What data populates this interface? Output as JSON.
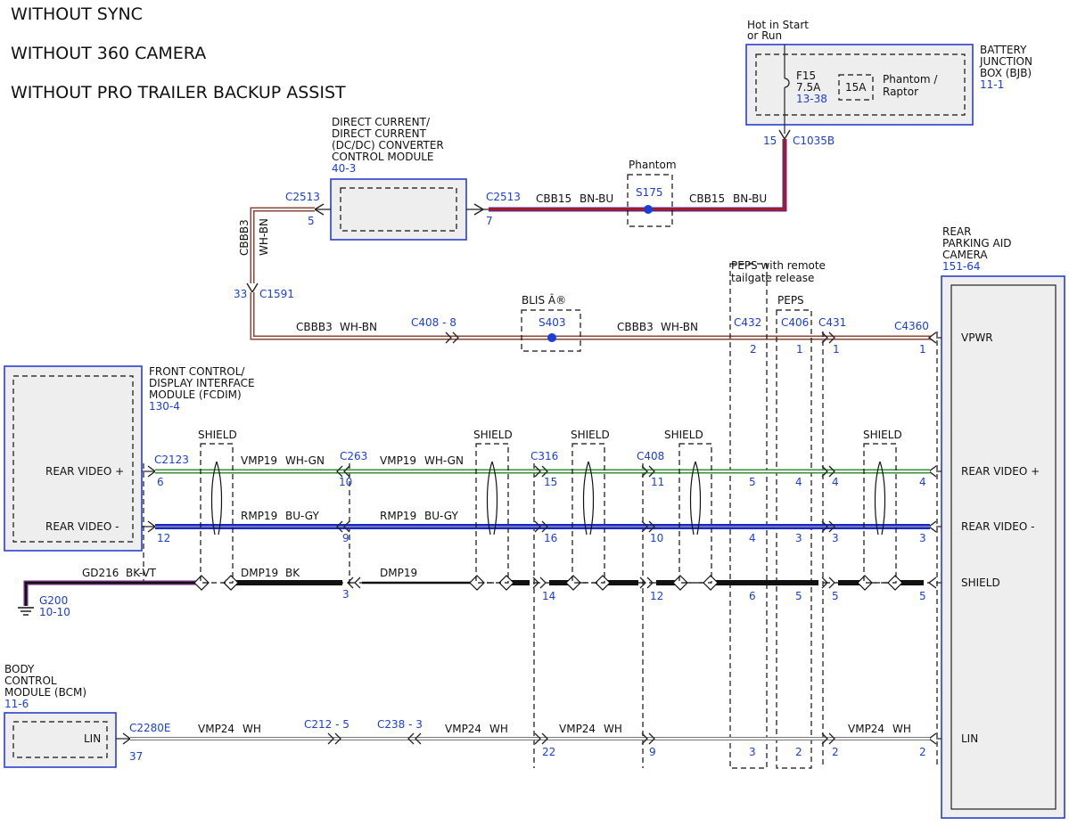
{
  "colors": {
    "link_blue": "#1a3fd6",
    "module_border": "#2a3fd0",
    "module_fill": "#eeeeee",
    "wire_red": "#b01818",
    "wire_violet": "#6a2a7a",
    "wire_green": "#3b8f3b",
    "wire_blue": "#1a28c8",
    "wire_black": "#111111"
  },
  "titles": [
    "WITHOUT SYNC",
    "WITHOUT 360 CAMERA",
    "WITHOUT PRO TRAILER BACKUP ASSIST"
  ],
  "bjb": {
    "hot_label_1": "Hot in Start",
    "hot_label_2": "or Run",
    "name_1": "BATTERY",
    "name_2": "JUNCTION",
    "name_3": "BOX (BJB)",
    "ref": "11-1",
    "fuse_name": "F15",
    "fuse_rating": "7.5A",
    "fuse_ref": "13-38",
    "alt_rating": "15A",
    "alt_label_1": "Phantom /",
    "alt_label_2": "Raptor",
    "pin": "15",
    "connector": "C1035B"
  },
  "dcdc": {
    "name_1": "DIRECT CURRENT/",
    "name_2": "DIRECT CURRENT",
    "name_3": "(DC/DC) CONVERTER",
    "name_4": "CONTROL MODULE",
    "ref": "40-3",
    "left_connector": "C2513",
    "left_pin": "5",
    "right_connector": "C2513",
    "right_pin": "7"
  },
  "splice_s175": {
    "label": "Phantom",
    "name": "S175"
  },
  "wire_cbb15": {
    "circuit": "CBB15",
    "color": "BN-BU"
  },
  "wire_cbbb3_vertical": {
    "circuit": "CBBB3",
    "color": "WH-BN"
  },
  "c1591": {
    "pin": "33",
    "connector": "C1591"
  },
  "vpwr_line": {
    "circuit": "CBBB3",
    "color": "WH-BN",
    "inline_connector": "C408 - 8",
    "splice_label": "BLIS Â®",
    "splice_name": "S403",
    "circuit_2": "CBBB3",
    "color_2": "WH-BN"
  },
  "peps_remote": {
    "label_1": "PEPS with remote",
    "label_2": "tailgate release",
    "connector": "C432"
  },
  "peps": {
    "label": "PEPS",
    "connector": "C406"
  },
  "c431": {
    "connector": "C431"
  },
  "camera": {
    "name_1": "REAR",
    "name_2": "PARKING AID",
    "name_3": "CAMERA",
    "ref": "151-64",
    "connector": "C4360",
    "pin_vpwr": "VPWR",
    "pin_video_pos": "REAR VIDEO +",
    "pin_video_neg": "REAR VIDEO -",
    "pin_shield": "SHIELD",
    "pin_lin": "LIN"
  },
  "fcdim": {
    "name_1": "FRONT CONTROL/",
    "name_2": "DISPLAY INTERFACE",
    "name_3": "MODULE (FCDIM)",
    "ref": "130-4",
    "pin_video_pos": "REAR VIDEO +",
    "pin_video_neg": "REAR VIDEO -",
    "connector": "C2123"
  },
  "bcm": {
    "name_1": "BODY",
    "name_2": "CONTROL",
    "name_3": "MODULE (BCM)",
    "ref": "11-6",
    "pin_lin": "LIN",
    "connector": "C2280E",
    "pin": "37"
  },
  "shield_label": "SHIELD",
  "wires": {
    "vmp19": "VMP19",
    "vmp19_color": "WH-GN",
    "rmp19": "RMP19",
    "rmp19_color": "BU-GY",
    "dmp19": "DMP19",
    "dmp19_color": "BK",
    "gd216": "GD216",
    "gd216_color": "BK-VT",
    "vmp24": "VMP24",
    "vmp24_color": "WH"
  },
  "ground": {
    "name": "G200",
    "ref": "10-10"
  },
  "connectors": {
    "c263": "C263",
    "c316": "C316",
    "c408": "C408",
    "c212": "C212 - 5",
    "c238": "C238 - 3"
  },
  "pins": {
    "vpwr_c432": "2",
    "vpwr_c406": "1",
    "vpwr_c431": "1",
    "vpwr_c4360": "1",
    "vp_c2123": "6",
    "vp_c263": "10",
    "vp_c316": "15",
    "vp_c408": "11",
    "vp_c432": "5",
    "vp_c406": "4",
    "vp_c431": "4",
    "vp_c4360": "4",
    "vn_c2123": "12",
    "vn_c263": "9",
    "vn_c316": "16",
    "vn_c408": "10",
    "vn_c432": "4",
    "vn_c406": "3",
    "vn_c431": "3",
    "vn_c4360": "3",
    "sh_c263": "3",
    "sh_c316": "14",
    "sh_c408": "12",
    "sh_c432": "6",
    "sh_c406": "5",
    "sh_c431": "5",
    "sh_c4360": "5",
    "lin_c316": "22",
    "lin_c408": "9",
    "lin_c432": "3",
    "lin_c406": "2",
    "lin_c431": "2",
    "lin_c4360": "2"
  }
}
